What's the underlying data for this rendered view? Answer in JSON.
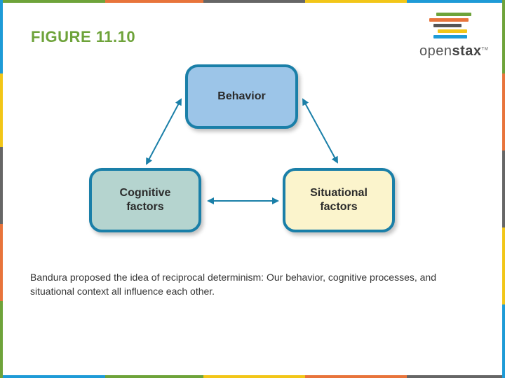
{
  "title": "FIGURE 11.10",
  "logo": {
    "text_a": "open",
    "text_b": "stax",
    "tm": "TM"
  },
  "diagram": {
    "nodes": {
      "behavior": "Behavior",
      "cognitive": "Cognitive\nfactors",
      "situational": "Situational\nfactors"
    }
  },
  "caption": "Bandura proposed the idea of reciprocal determinism: Our behavior, cognitive processes, and situational context all influence each other.",
  "colors": {
    "title": "#6ea33a",
    "node_border": "#1a7fa8",
    "behavior_fill": "#9cc5e8",
    "cognitive_fill": "#b5d4cf",
    "situational_fill": "#fbf4cc",
    "arrow": "#1a7fa8"
  }
}
